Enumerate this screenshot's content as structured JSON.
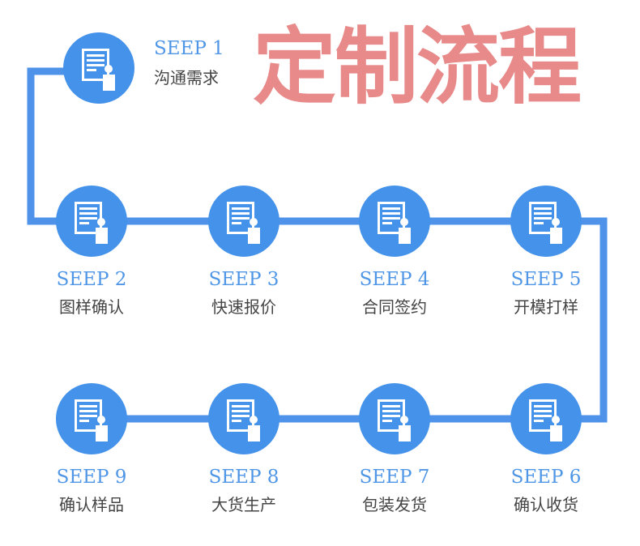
{
  "title": "定制流程",
  "colors": {
    "title": "#e88a8a",
    "circle": "#4592ea",
    "line": "#4e92ea",
    "seep_text": "#4f96e6",
    "label_text": "#444444"
  },
  "icon": "document-with-person-icon",
  "steps": [
    {
      "seep": "SEEP 1",
      "label": "沟通需求"
    },
    {
      "seep": "SEEP 2",
      "label": "图样确认"
    },
    {
      "seep": "SEEP 3",
      "label": "快速报价"
    },
    {
      "seep": "SEEP 4",
      "label": "合同签约"
    },
    {
      "seep": "SEEP 5",
      "label": "开模打样"
    },
    {
      "seep": "SEEP 6",
      "label": "确认收货"
    },
    {
      "seep": "SEEP 7",
      "label": "包装发货"
    },
    {
      "seep": "SEEP 8",
      "label": "大货生产"
    },
    {
      "seep": "SEEP 9",
      "label": "确认样品"
    }
  ]
}
